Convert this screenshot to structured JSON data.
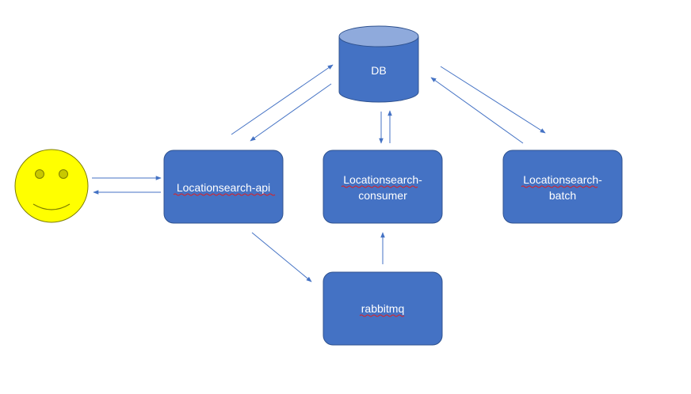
{
  "nodes": {
    "db": {
      "label": "DB"
    },
    "api": {
      "label": "Locationsearch-api"
    },
    "consumer": {
      "line1": "Locationsearch-",
      "line2": "consumer"
    },
    "batch": {
      "line1": "Locationsearch-",
      "line2": "batch"
    },
    "rabbitmq": {
      "label": "rabbitmq"
    }
  },
  "colors": {
    "box_fill": "#4472c4",
    "box_stroke": "#2f528f",
    "db_top": "#8faadc",
    "arrow": "#4472c4",
    "smiley_fill": "#ffff00",
    "smiley_stroke": "#7f7f00",
    "spell_underline": "#e02020"
  }
}
